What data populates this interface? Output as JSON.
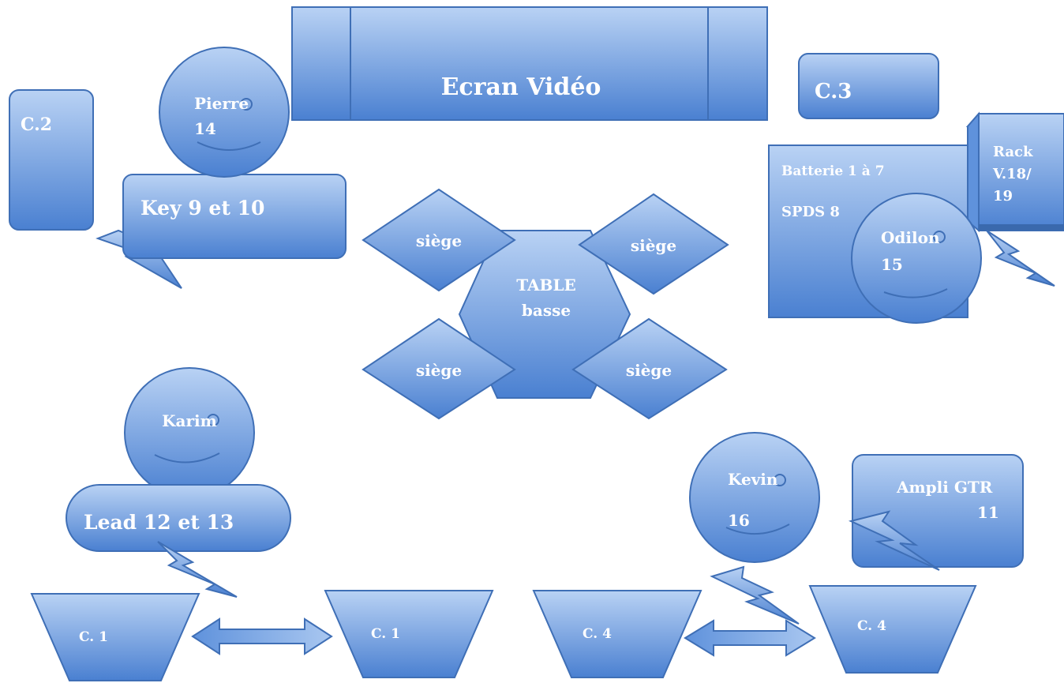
{
  "colors": {
    "fill_top": "#b9d2f4",
    "fill_bottom": "#4a80d1",
    "stroke": "#3f6fb6",
    "text": "#ffffff"
  },
  "screen": {
    "label": "Ecran Vidéo"
  },
  "monitors": {
    "c2": "C.2",
    "c3": "C.3"
  },
  "musicians": {
    "pierre": {
      "name": "Pierre",
      "channel": "14"
    },
    "odilon": {
      "name": "Odilon",
      "channel": "15"
    },
    "karim": {
      "name": "Karim"
    },
    "kevin": {
      "name": "Kevin",
      "channel": "16"
    }
  },
  "instruments": {
    "key": "Key  9 et 10",
    "drums": "Batterie 1 à 7",
    "spds": "SPDS 8",
    "rack_line1": "Rack",
    "rack_line2": "V.18/",
    "rack_line3": "19",
    "lead": "Lead 12 et 13",
    "ampli": "Ampli GTR",
    "ampli_channel": "11"
  },
  "center": {
    "table_line1": "TABLE",
    "table_line2": "basse",
    "seat": "siège"
  },
  "wedges": {
    "c1": "C. 1",
    "c4": "C. 4"
  }
}
